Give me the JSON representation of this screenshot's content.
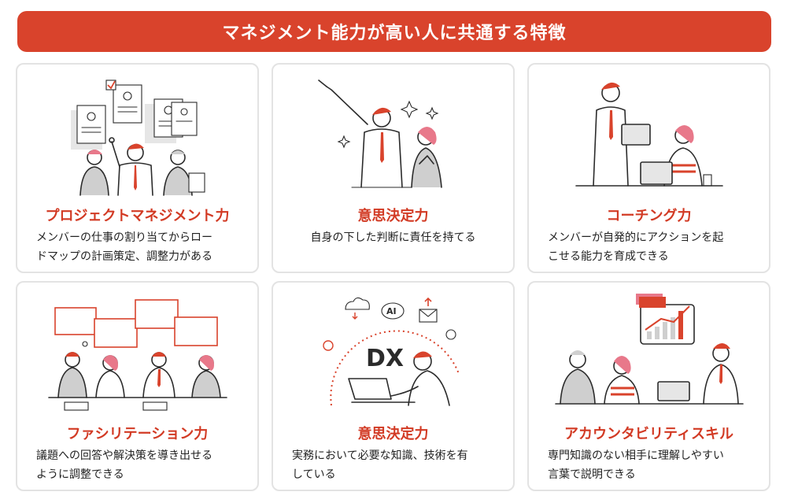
{
  "banner": {
    "title": "マネジメント能力が高い人に共通する特徴"
  },
  "cards": [
    {
      "title": "プロジェクトマネジメント力",
      "desc": "メンバーの仕事の割り当てからロー\nドマップの計画策定、調整力がある"
    },
    {
      "title": "意思決定力",
      "desc": "自身の下した判断に責任を持てる"
    },
    {
      "title": "コーチング力",
      "desc": "メンバーが自発的にアクションを起\nこせる能力を育成できる"
    },
    {
      "title": "ファシリテーション力",
      "desc": "議題への回答や解決策を導き出せる\nように調整できる"
    },
    {
      "title": "意思決定力",
      "desc": "実務において必要な知識、技術を有\nしている"
    },
    {
      "title": "アカウンタビリティスキル",
      "desc": "専門知識のない相手に理解しやすい\n言葉で説明できる"
    }
  ],
  "illustration_text": {
    "dx": "DX",
    "ai": "AI"
  },
  "colors": {
    "accent": "#d9432c",
    "title_red": "#d23a24",
    "border": "#e3e3e3"
  }
}
